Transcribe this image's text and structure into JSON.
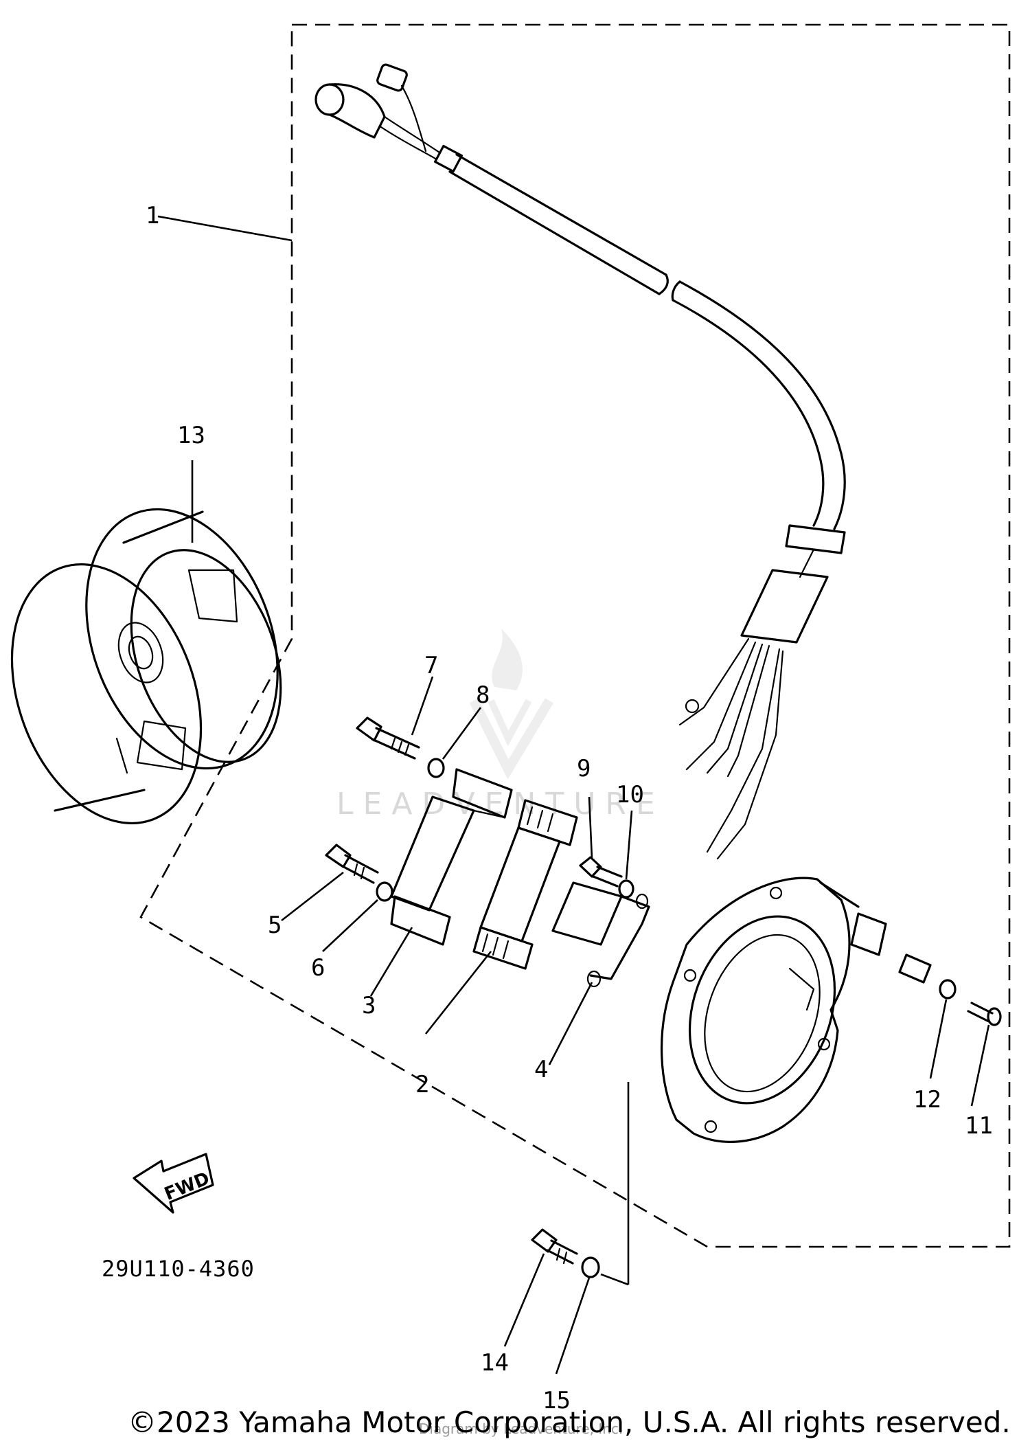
{
  "diagram": {
    "callouts": [
      {
        "id": "1",
        "text": "1"
      },
      {
        "id": "2",
        "text": "2"
      },
      {
        "id": "3",
        "text": "3"
      },
      {
        "id": "4",
        "text": "4"
      },
      {
        "id": "5",
        "text": "5"
      },
      {
        "id": "6",
        "text": "6"
      },
      {
        "id": "7",
        "text": "7"
      },
      {
        "id": "8",
        "text": "8"
      },
      {
        "id": "9",
        "text": "9"
      },
      {
        "id": "10",
        "text": "10"
      },
      {
        "id": "11",
        "text": "11"
      },
      {
        "id": "12",
        "text": "12"
      },
      {
        "id": "13",
        "text": "13"
      },
      {
        "id": "14",
        "text": "14"
      },
      {
        "id": "15",
        "text": "15"
      }
    ],
    "direction_label": "FWD",
    "diagram_code": "29U110-4360",
    "watermark": "LEADVENTURE",
    "small_watermark": "Diagram by Leadventure, Inc.",
    "copyright": "©2023 Yamaha Motor Corporation, U.S.A. All rights reserved.",
    "colors": {
      "ink": "#000000",
      "background": "#ffffff",
      "watermark": "#d8d8d8"
    },
    "icons": {
      "direction": "fwd-arrow-icon",
      "watermark_logo": "leadventure-logo-icon"
    }
  }
}
